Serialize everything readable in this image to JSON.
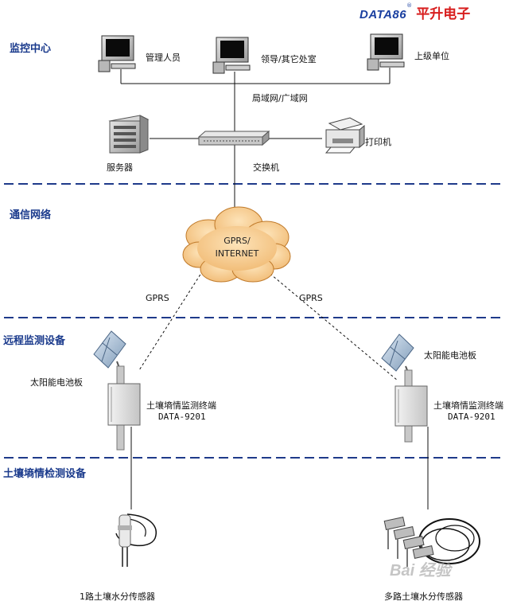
{
  "brand": {
    "name_en": "DATA86",
    "reg_mark": "®",
    "name_cn": "平升电子"
  },
  "sections": {
    "monitor_center": "监控中心",
    "comm_network": "通信网络",
    "remote_monitor": "远程监测设备",
    "soil_detect": "土壤墒情检测设备"
  },
  "labels": {
    "admin": "管理人员",
    "leaders": "领导/其它处室",
    "superior": "上级单位",
    "lan_wan": "局域网/广域网",
    "server": "服务器",
    "printer": "打印机",
    "switch": "交换机",
    "cloud_line1": "GPRS/",
    "cloud_line2": "INTERNET",
    "gprs_left": "GPRS",
    "gprs_right": "GPRS",
    "solar_left": "太阳能电池板",
    "solar_right": "太阳能电池板",
    "terminal_left_name": "土壤墒情监测终端",
    "terminal_left_model": "DATA-9201",
    "terminal_right_name": "土壤墒情监测终端",
    "terminal_right_model": "DATA-9201",
    "sensor_single": "1路土壤水分传感器",
    "sensor_multi": "多路土壤水分传感器"
  },
  "watermark": {
    "text": "Bai 经验"
  },
  "colors": {
    "section": "#1a3a8c",
    "divider": "#1f3a8a",
    "brand_blue": "#1a3fa0",
    "brand_red": "#d81e1e",
    "cloud": "#f5c98a"
  }
}
